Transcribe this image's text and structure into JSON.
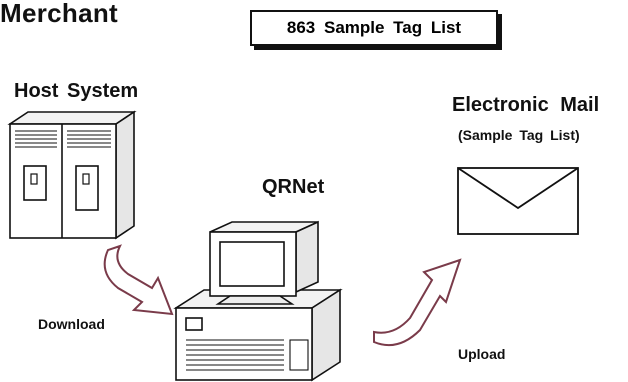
{
  "diagram": {
    "title": "Merchant",
    "tag_box": "863 Sample Tag List",
    "nodes": {
      "host": "Host System",
      "qrnet": "QRNet",
      "email": "Electronic Mail",
      "email_sub": "(Sample Tag List)"
    },
    "edges": {
      "download": "Download",
      "upload": "Upload"
    },
    "colors": {
      "arrow_stroke": "#7a3b4a",
      "ink": "#111111"
    }
  }
}
